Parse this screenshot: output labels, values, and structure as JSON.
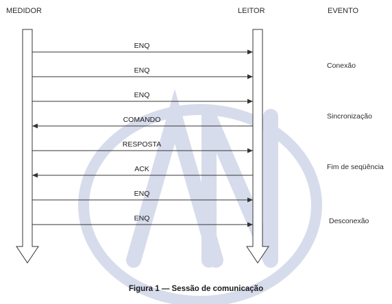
{
  "headers": {
    "meter": "MEDIDOR",
    "reader": "LEITOR",
    "event": "EVENTO"
  },
  "messages": [
    {
      "label": "ENQ",
      "direction": "right"
    },
    {
      "label": "ENQ",
      "direction": "right"
    },
    {
      "label": "ENQ",
      "direction": "right"
    },
    {
      "label": "COMANDO",
      "direction": "left"
    },
    {
      "label": "RESPOSTA",
      "direction": "right"
    },
    {
      "label": "ACK",
      "direction": "left"
    },
    {
      "label": "ENQ",
      "direction": "right"
    },
    {
      "label": "ENQ",
      "direction": "right"
    }
  ],
  "events": [
    "Conexão",
    "Sincronização",
    "Fim de seqüência",
    "Desconexão"
  ],
  "caption": "Figura 1 — Sessão de comunicação",
  "watermark": "ABNT",
  "colors": {
    "line": "#333333",
    "watermark": "#d7dcec"
  }
}
